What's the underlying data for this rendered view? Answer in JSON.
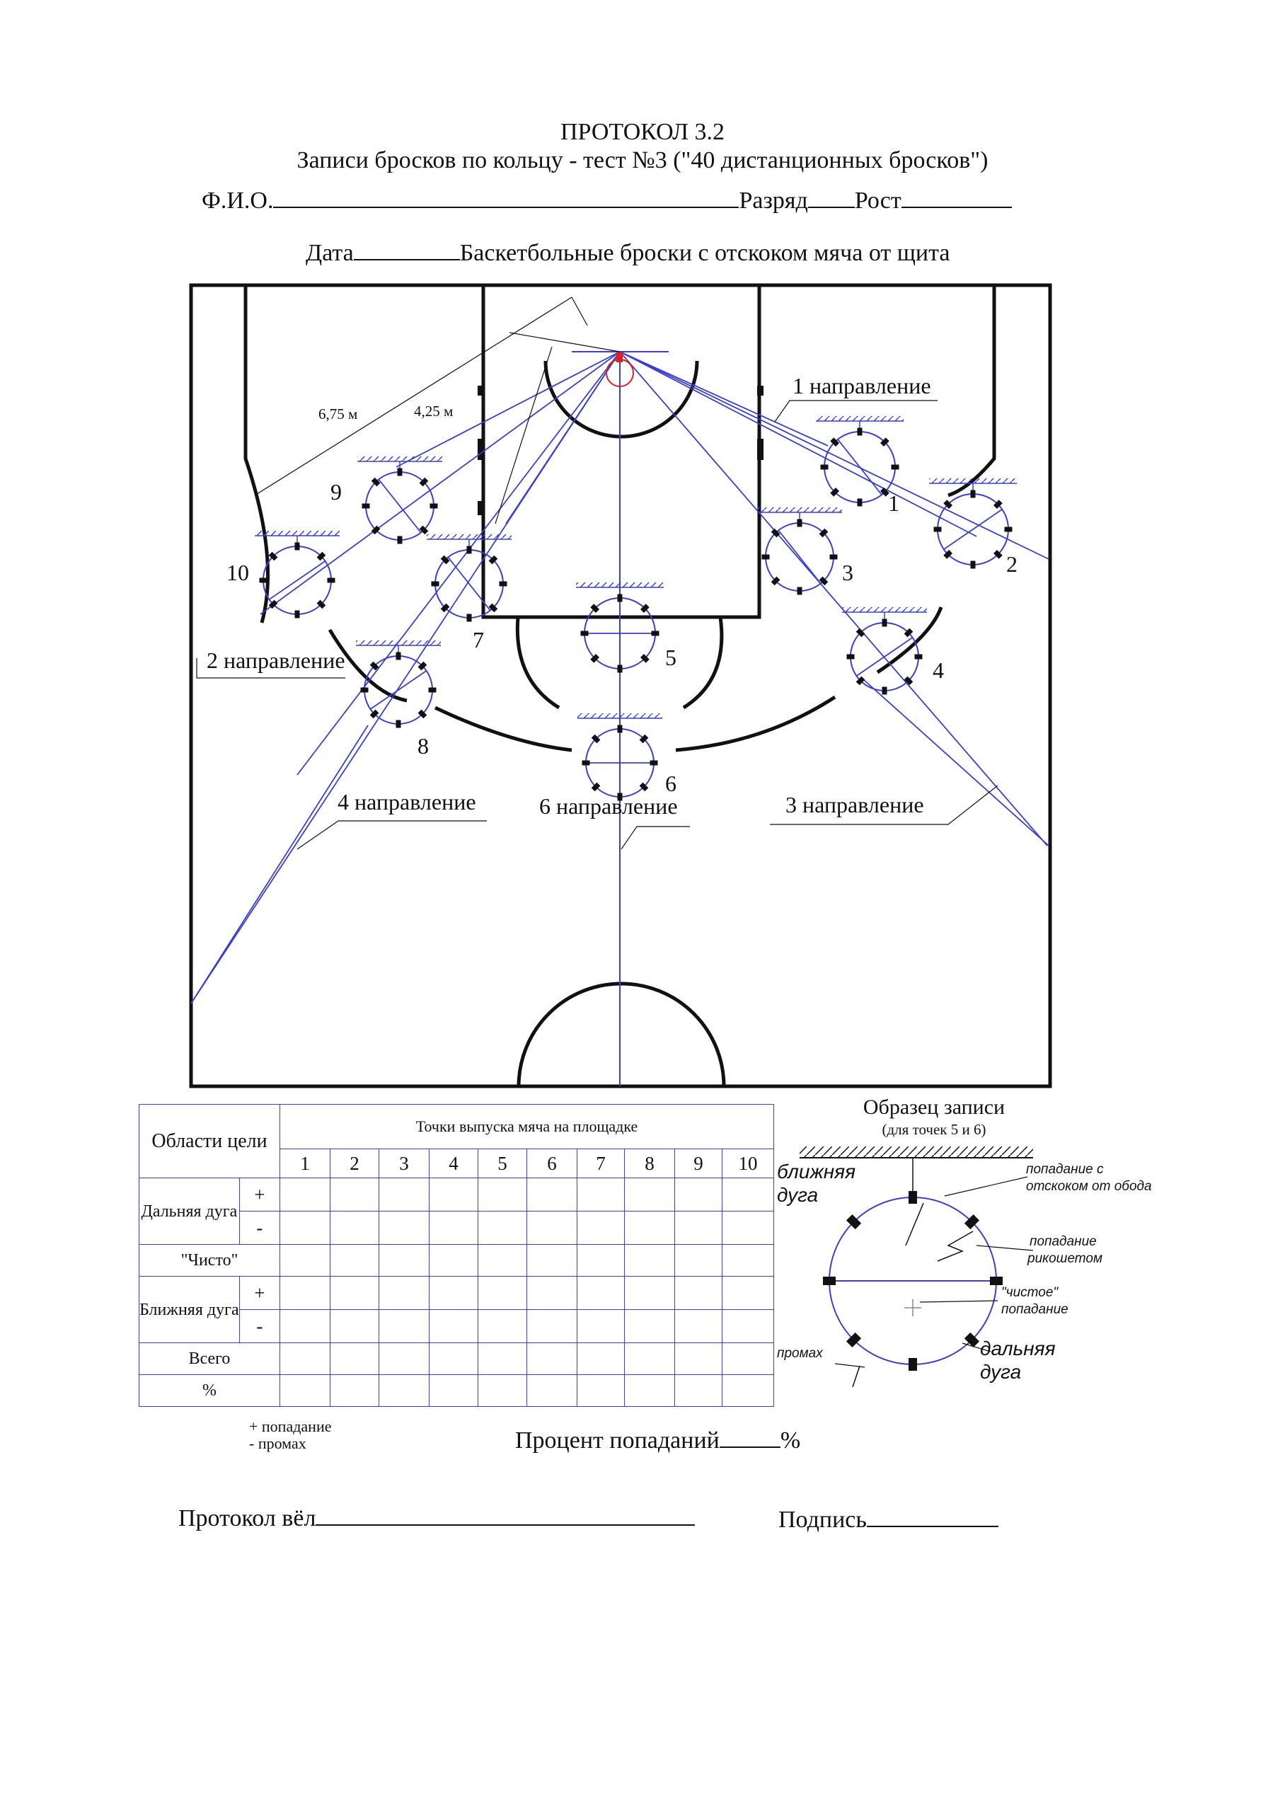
{
  "header": {
    "title": "ПРОТОКОЛ 3.2",
    "subtitle": "Записи бросков по кольцу - тест №3 (\"40 дистанционных бросков\")",
    "fio_label": "Ф.И.О.",
    "razryad_label": "Разряд",
    "rost_label": "Рост",
    "date_label": "Дата",
    "shot_type": "Баскетбольные броски с отскоком мяча от щита"
  },
  "court": {
    "distance_long": "6,75 м",
    "distance_short": "4,25 м",
    "direction_labels": [
      "1 направление",
      "2 направление",
      "3 направление",
      "4 направление",
      "6 направление"
    ],
    "point_numbers": [
      "1",
      "2",
      "3",
      "4",
      "5",
      "6",
      "7",
      "8",
      "9",
      "10"
    ]
  },
  "table": {
    "areas_header": "Области цели",
    "points_header": "Точки выпуска мяча на площадке",
    "columns": [
      "1",
      "2",
      "3",
      "4",
      "5",
      "6",
      "7",
      "8",
      "9",
      "10"
    ],
    "rows": [
      {
        "label": "Дальняя дуга",
        "signs": [
          "+",
          "-"
        ]
      },
      {
        "label": "\"Чисто\""
      },
      {
        "label": "Ближняя дуга",
        "signs": [
          "+",
          "-"
        ]
      },
      {
        "label": "Всего"
      },
      {
        "label": "%"
      }
    ]
  },
  "legend": {
    "hit": "+ попадание",
    "miss": "- промах"
  },
  "sample": {
    "title": "Образец записи",
    "subtitle": "(для точек 5 и 6)",
    "near_arc": "ближняя дуга",
    "far_arc": "дальняя дуга",
    "rim_bounce": "попадание с отскоком от обода",
    "ricochet": "попадание рикошетом",
    "clean": "\"чистое\" попадание",
    "miss": "промах"
  },
  "footer": {
    "percent_label": "Процент попаданий",
    "percent_sign": "%",
    "protocol_label": "Протокол вёл",
    "signature_label": "Подпись"
  },
  "colors": {
    "ink": "#111111",
    "blue": "#3a3fd0",
    "red": "#e02020"
  }
}
